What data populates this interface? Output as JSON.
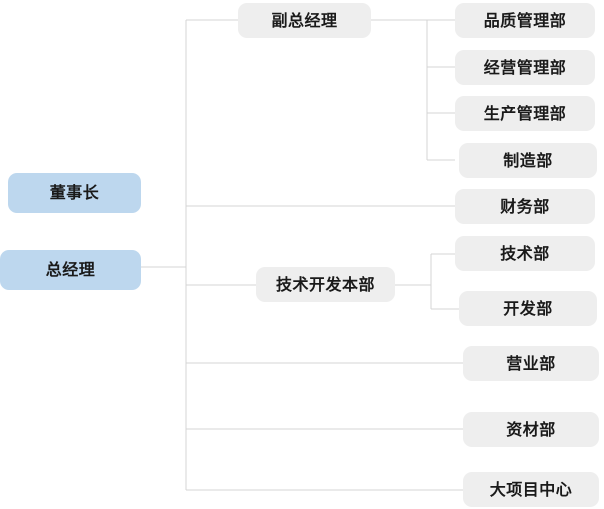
{
  "chart": {
    "title": "",
    "type": "org-chart",
    "colors": {
      "executive_box": "#bdd7ee",
      "department_box": "#eeeeee",
      "connector_line": "#d4d4d4",
      "text": "#1a1a1a",
      "background": "#ffffff"
    }
  },
  "executives": [
    {
      "id": "chairman",
      "label": "董事长"
    },
    {
      "id": "general-manager",
      "label": "总经理"
    }
  ],
  "managers": [
    {
      "id": "deputy-general-manager",
      "label": "副总经理"
    },
    {
      "id": "tech-development-hq",
      "label": "技术开发本部"
    }
  ],
  "departments": {
    "under_deputy_general_manager": [
      {
        "id": "quality-management",
        "label": "品质管理部"
      },
      {
        "id": "business-management",
        "label": "经营管理部"
      },
      {
        "id": "production-management",
        "label": "生产管理部"
      },
      {
        "id": "manufacturing",
        "label": "制造部"
      }
    ],
    "under_general_manager": [
      {
        "id": "finance",
        "label": "财务部"
      },
      {
        "id": "sales",
        "label": "营业部"
      },
      {
        "id": "materials",
        "label": "资材部"
      },
      {
        "id": "major-project-center",
        "label": "大项目中心"
      }
    ],
    "under_tech_development_hq": [
      {
        "id": "technology",
        "label": "技术部"
      },
      {
        "id": "development",
        "label": "开发部"
      }
    ]
  }
}
